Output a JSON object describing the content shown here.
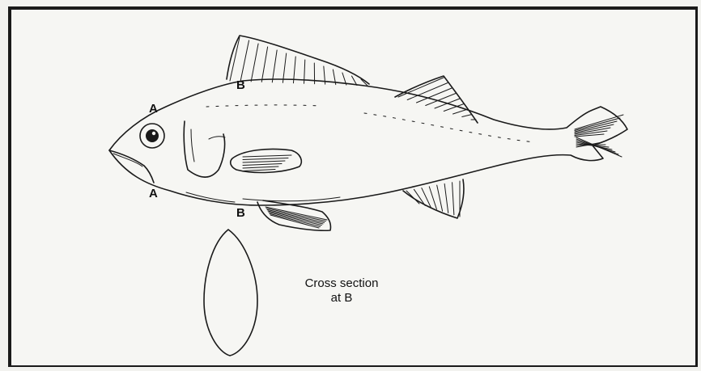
{
  "markers": {
    "a_top": "A",
    "a_bottom": "A",
    "b_top": "B",
    "b_bottom": "B"
  },
  "caption": {
    "line1": "Cross section",
    "line2": "at B"
  }
}
